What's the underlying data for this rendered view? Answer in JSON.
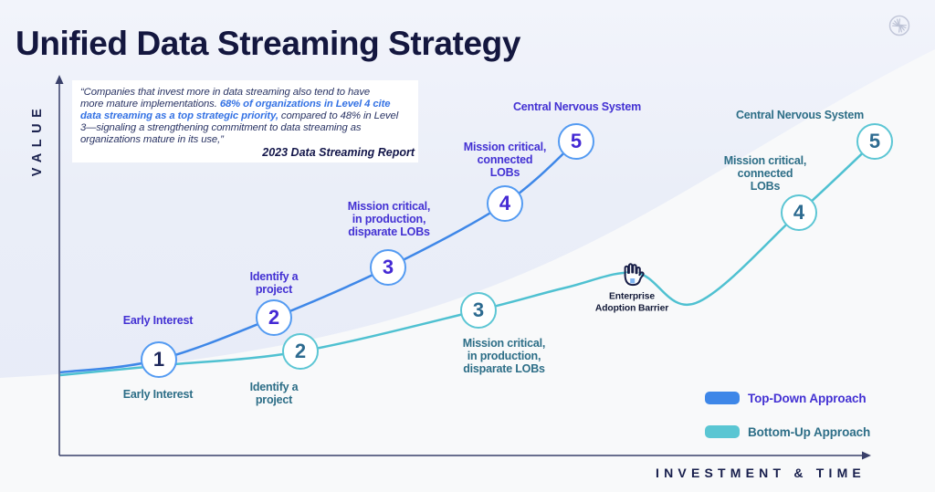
{
  "page": {
    "title": "Unified Data Streaming Strategy",
    "background_color": "#eaedf8",
    "wedge_color": "#f8f9fa"
  },
  "quote": {
    "pre": "“Companies that invest more in data streaming also tend to have\nmore mature implementations. ",
    "highlight": "68% of organizations in Level 4 cite\ndata streaming as a top strategic priority,",
    "post": " compared to 48% in Level\n3—signaling a strengthening commitment to data streaming as\norganizations mature in its use,”",
    "attribution": "2023 Data Streaming Report"
  },
  "axes": {
    "y_label": "VALUE",
    "x_label": "INVESTMENT & TIME",
    "color": "#39406a"
  },
  "legend": {
    "items": [
      {
        "label": "Top-Down Approach",
        "swatch_color": "#3e87e8",
        "text_color": "#4331d3"
      },
      {
        "label": "Bottom-Up Approach",
        "swatch_color": "#5ac6d3",
        "text_color": "#2d6e87"
      }
    ]
  },
  "barrier": {
    "label": "Enterprise\nAdoption Barrier",
    "icon": "raised-hand",
    "label_center": [
      692,
      332
    ]
  },
  "curves": {
    "top_down": {
      "name": "Top-Down Approach",
      "color": "#3e87e8",
      "node_border_color": "#549bf2",
      "number_color": "#4429d4",
      "label_color": "#4331d3",
      "points": [
        [
          66,
          408
        ],
        [
          174,
          394
        ],
        [
          300,
          348
        ],
        [
          425,
          293
        ],
        [
          553,
          223
        ],
        [
          631,
          155
        ]
      ],
      "stages": [
        {
          "number": "1",
          "label": "Early Interest",
          "node": [
            174,
            394
          ],
          "label_center": [
            173,
            351
          ],
          "number_color": "#202a5d"
        },
        {
          "number": "2",
          "label": "Identify a\nproject",
          "node": [
            300,
            348
          ],
          "label_center": [
            300,
            310
          ]
        },
        {
          "number": "3",
          "label": "Mission critical,\nin production,\ndisparate LOBs",
          "node": [
            425,
            293
          ],
          "label_center": [
            426,
            240
          ]
        },
        {
          "number": "4",
          "label": "Mission critical,\nconnected\nLOBs",
          "node": [
            553,
            223
          ],
          "label_center": [
            553,
            175
          ]
        },
        {
          "number": "5",
          "label": "Central Nervous System",
          "node": [
            631,
            155
          ],
          "label_center": [
            632,
            117
          ]
        }
      ]
    },
    "bottom_up": {
      "name": "Bottom-Up Approach",
      "color": "#4fc1d1",
      "node_border_color": "#5cc6d4",
      "number_color": "#2d6b90",
      "label_color": "#2d6e87",
      "points": [
        [
          66,
          411
        ],
        [
          180,
          400
        ],
        [
          329,
          385
        ],
        [
          524,
          340
        ],
        [
          620,
          315
        ],
        [
          697,
          299
        ],
        [
          762,
          332
        ],
        [
          875,
          233
        ],
        [
          958,
          155
        ]
      ],
      "stages": [
        {
          "number": "1",
          "label": "Early Interest",
          "node": null,
          "label_center": [
            173,
            432
          ]
        },
        {
          "number": "2",
          "label": "Identify a\nproject",
          "node": [
            329,
            385
          ],
          "label_center": [
            300,
            431
          ]
        },
        {
          "number": "3",
          "label": "Mission critical,\nin production,\ndisparate LOBs",
          "node": [
            524,
            340
          ],
          "label_center": [
            552,
            390
          ]
        },
        {
          "number": "4",
          "label": "Mission critical,\nconnected\nLOBs",
          "node": [
            875,
            233
          ],
          "label_center": [
            838,
            190
          ]
        },
        {
          "number": "5",
          "label": "Central Nervous System",
          "node": [
            958,
            155
          ],
          "label_center": [
            876,
            126
          ]
        }
      ]
    }
  }
}
